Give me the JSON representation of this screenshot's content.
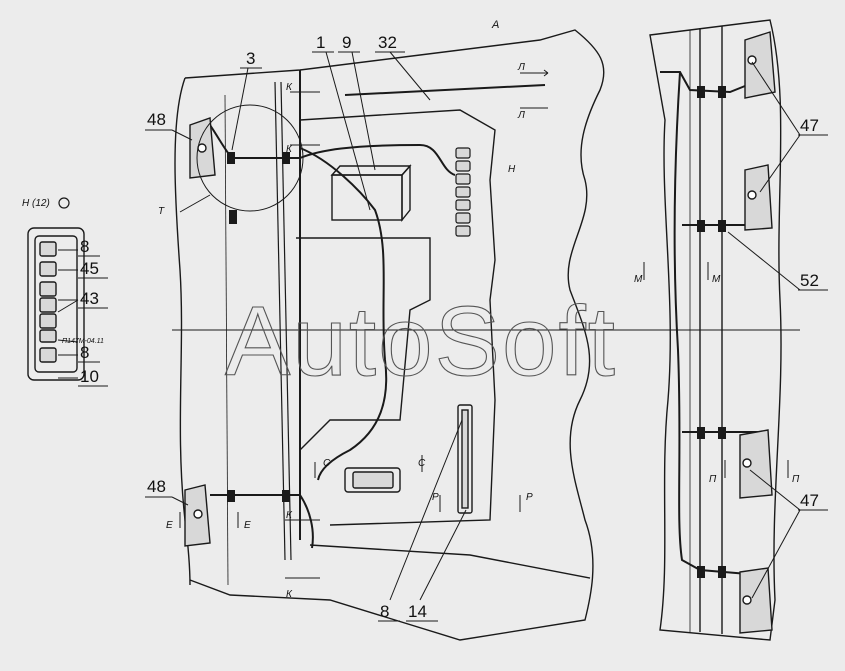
{
  "diagram": {
    "view_label": "А",
    "watermark": "AutoSoft",
    "connector_caption": "Н (12)",
    "block_code": "П147М-04.11",
    "callouts": [
      "1",
      "9",
      "32",
      "3",
      "48",
      "48",
      "47",
      "47",
      "52",
      "8",
      "45",
      "43",
      "8",
      "10",
      "8",
      "14"
    ],
    "section_marks": {
      "K": "К",
      "L": "Л",
      "T": "Т",
      "H": "Н",
      "M": "М",
      "C": "С",
      "E": "Е",
      "P": "Р",
      "Pi": "П"
    }
  },
  "colors": {
    "background": "#ececec",
    "line": "#1a1a1a",
    "lamp_fill": "#d8d8d8",
    "watermark_stroke": "#555555"
  }
}
